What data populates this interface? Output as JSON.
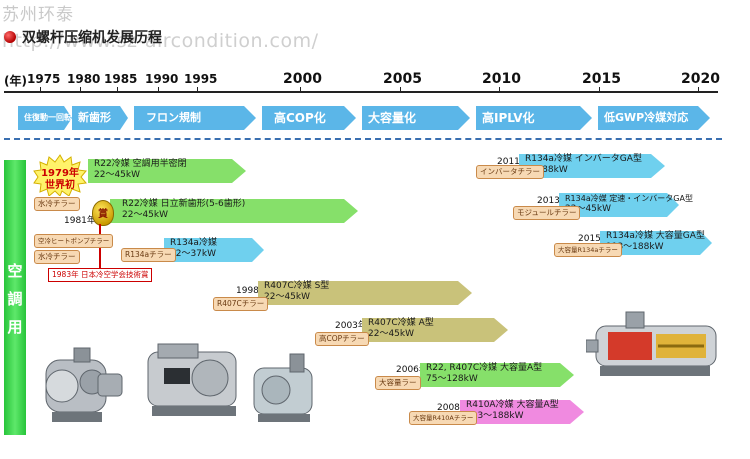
{
  "watermark": {
    "company": "苏州环泰",
    "url": "http://www.sz-aircondition.com/"
  },
  "title": "双螺杆压缩机发展历程",
  "timeline": {
    "unit_label": "(年)",
    "years": [
      "1975",
      "1980",
      "1985",
      "1990",
      "1995",
      "2000",
      "2005",
      "2010",
      "2015",
      "2020"
    ]
  },
  "phases": [
    {
      "label": "住復動一回転式",
      "color": "#5bb6e8"
    },
    {
      "label": "新歯形",
      "color": "#5bb6e8"
    },
    {
      "label": "フロン規制",
      "color": "#5bb6e8"
    },
    {
      "label": "高COP化",
      "color": "#5bb6e8"
    },
    {
      "label": "大容量化",
      "color": "#5bb6e8"
    },
    {
      "label": "高IPLV化",
      "color": "#5bb6e8"
    },
    {
      "label": "低GWP冷媒対応",
      "color": "#5bb6e8"
    }
  ],
  "side_label": {
    "chars": [
      "空",
      "調",
      "用"
    ],
    "color": "#27c43a"
  },
  "badge_1979": {
    "line1": "1979年",
    "line2": "世界初"
  },
  "award": {
    "text": "賞"
  },
  "award_note": "1983年 日本冷空学会技術賞",
  "year_1981": "1981年",
  "chiller_labels": {
    "water1": "水冷チラー",
    "heatpump": "空冷ヒートポンプチラー",
    "water2": "水冷チラー",
    "r134a": "R134aチラー"
  },
  "products": [
    {
      "year": "",
      "label": "",
      "line1": "R22冷媒 空調用半密閉",
      "line2": "22～45kW",
      "color": "#86e06a"
    },
    {
      "year": "",
      "label": "",
      "line1": "R22冷媒 日立新歯形(5-6歯形)",
      "line2": "22～45kW",
      "color": "#86e06a"
    },
    {
      "year": "",
      "label": "",
      "line1": "R134a冷媒",
      "line2": "22～37kW",
      "color": "#6fd0ee"
    },
    {
      "year": "1998年",
      "label": "R407Cチラー",
      "line1": "R407C冷媒 S型",
      "line2": "22～45kW",
      "color": "#c9c27a"
    },
    {
      "year": "2003年",
      "label": "高COPチラー",
      "line1": "R407C冷媒 A型",
      "line2": "22～45kW",
      "color": "#c9c27a"
    },
    {
      "year": "2006年",
      "label": "大容量ラー",
      "line1": "R22, R407C冷媒 大容量A型",
      "line2": "75～128kW",
      "color": "#86e06a"
    },
    {
      "year": "2008年",
      "label": "大容量R410Aチラー",
      "line1": "R410A冷媒 大容量A型",
      "line2": "113～188kW",
      "color": "#f08ae0"
    },
    {
      "year": "2011年",
      "label": "インバータチラー",
      "line1": "R134a冷媒 インバータGA型",
      "line2": "66, 88kW",
      "color": "#6fd0ee"
    },
    {
      "year": "2013年",
      "label": "モジュールチラー",
      "line1": "R134a冷媒 定速・インバータGA型",
      "line2": "22～45kW",
      "color": "#6fd0ee"
    },
    {
      "year": "2015年",
      "label": "大容量R134aチラー",
      "line1": "R134a冷媒 大容量GA型",
      "line2": "113～188kW",
      "color": "#6fd0ee"
    }
  ],
  "colors": {
    "axis": "#222222",
    "dash": "#3a6fb0",
    "label_fill": "#f7d9b4",
    "label_border": "#c98a4a",
    "accent_red": "#cc0000"
  }
}
